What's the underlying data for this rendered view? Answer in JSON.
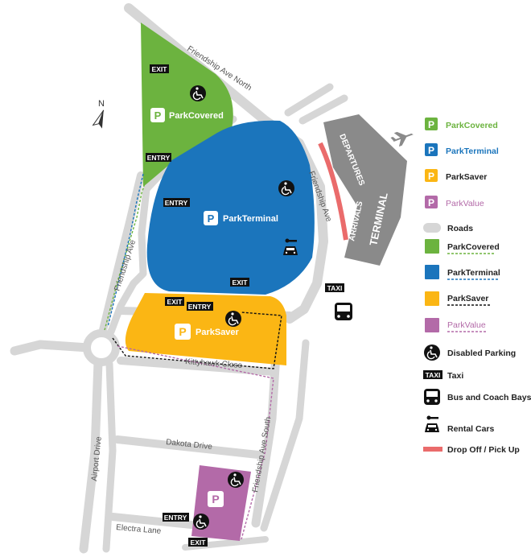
{
  "colors": {
    "park_covered": "#6cb33f",
    "park_terminal": "#1b75bc",
    "park_saver": "#fbb614",
    "park_value": "#b36aa8",
    "road": "#d6d6d6",
    "terminal": "#8a8a8a",
    "dropoff": "#ea6b6b",
    "tag_bg": "#111111"
  },
  "roads": {
    "friendship_ave_north": "Friendship Ave North",
    "friendship_ave": "Friendship Ave",
    "friendship_ave_west": "Friendship Ave",
    "kittyhawk_close": "Kittyhawk Close",
    "dakota_drive": "Dakota Drive",
    "airport_drive": "Airport Drive",
    "friendship_ave_south": "Friendship Ave South",
    "electra_lane": "Electra Lane"
  },
  "terminal": {
    "departures": "DEPARTURES",
    "arrivals": "ARRIVALS",
    "terminal": "TERMINAL"
  },
  "map": {
    "north": "N",
    "taxi_tag": "TAXI",
    "covered": {
      "name": "ParkCovered",
      "exit": "EXIT",
      "entry": "ENTRY"
    },
    "terminal": {
      "name": "ParkTerminal",
      "entry": "ENTRY",
      "exit": "EXIT"
    },
    "saver": {
      "name": "ParkSaver",
      "exit": "EXIT",
      "entry": "ENTRY"
    },
    "value": {
      "entry": "ENTRY",
      "exit": "EXIT"
    },
    "p_letter": "P"
  },
  "legend": {
    "park_covered": "ParkCovered",
    "park_terminal": "ParkTerminal",
    "park_saver": "ParkSaver",
    "park_value": "ParkValue",
    "roads": "Roads",
    "route_covered": "ParkCovered",
    "route_terminal": "ParkTerminal",
    "route_saver": "ParkSaver",
    "route_value": "ParkValue",
    "disabled": "Disabled Parking",
    "taxi_tag": "TAXI",
    "taxi": "Taxi",
    "bus": "Bus and Coach Bays",
    "rental": "Rental Cars",
    "dropoff": "Drop Off / Pick Up",
    "p_letter": "P"
  }
}
